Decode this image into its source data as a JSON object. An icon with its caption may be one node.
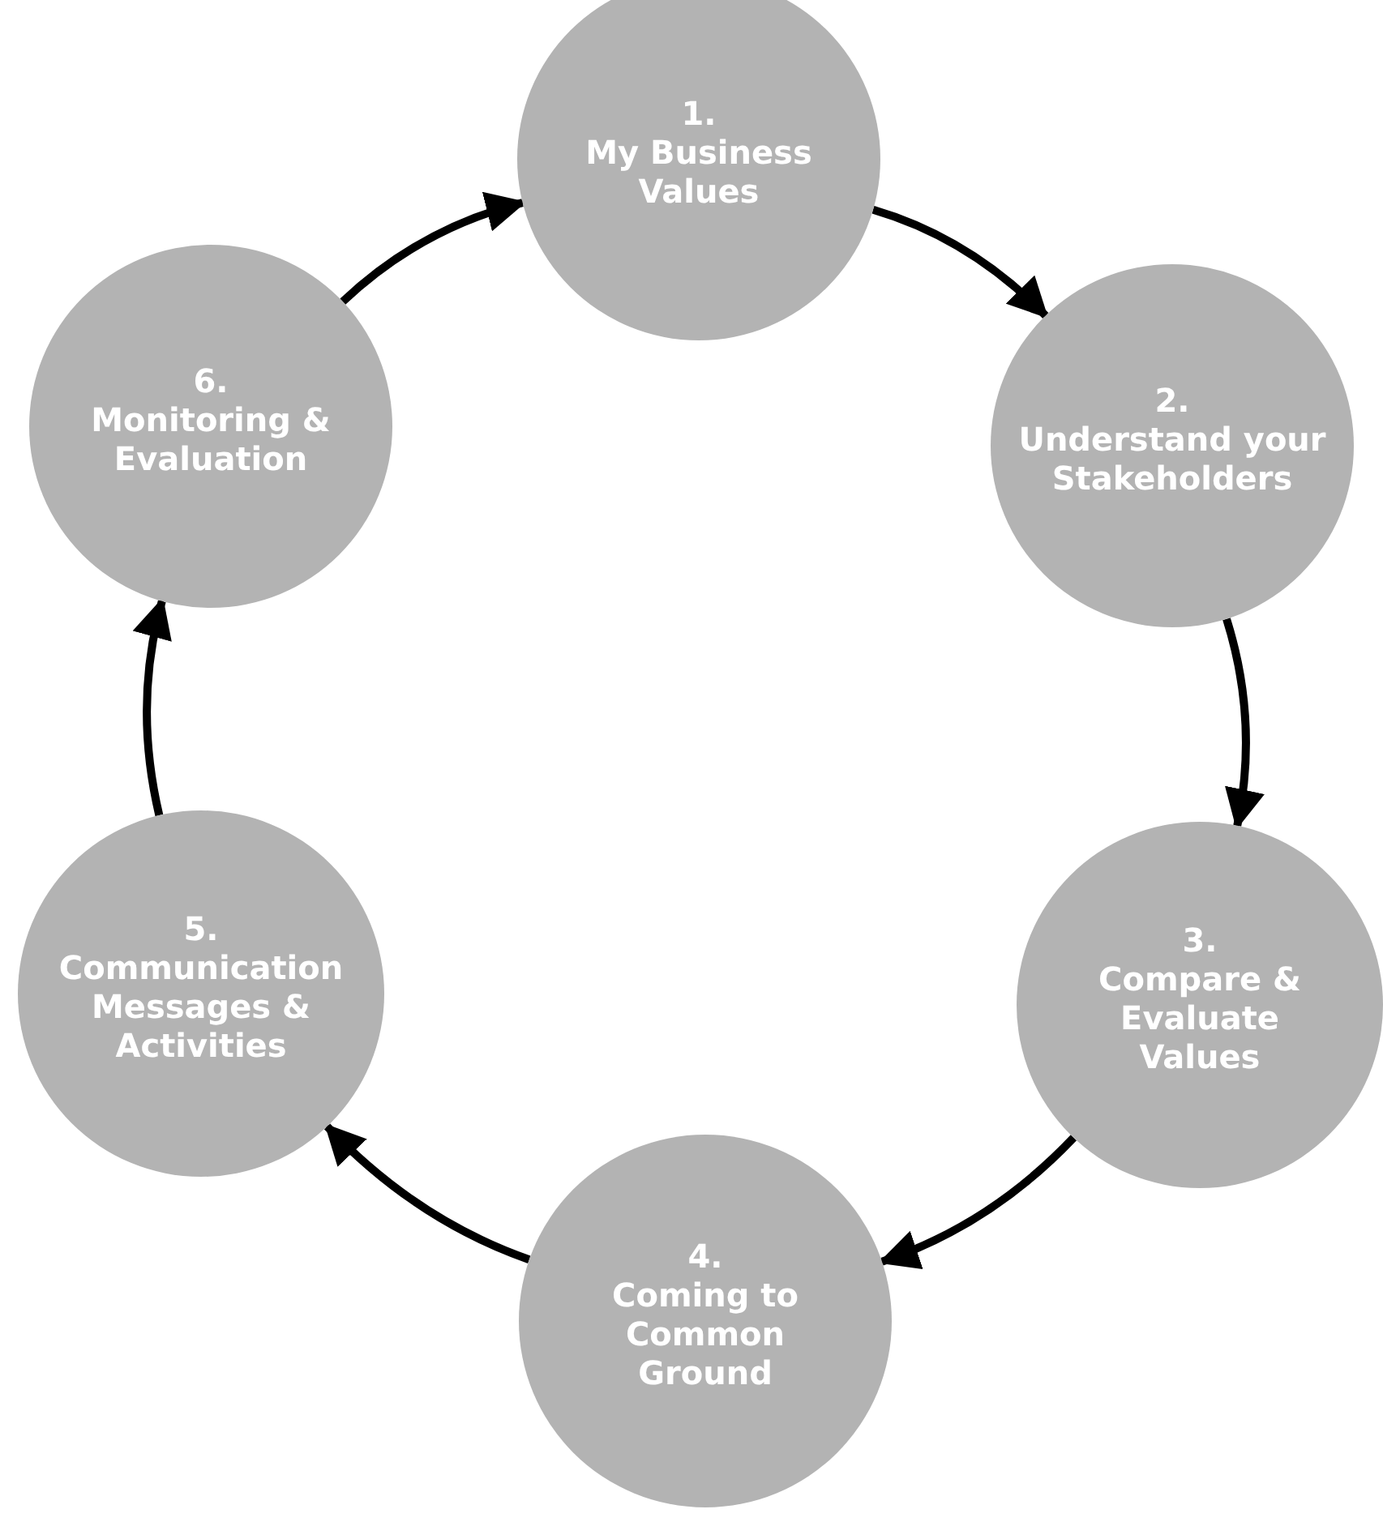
{
  "diagram": {
    "nodes": [
      {
        "text": [
          "1.",
          "My Business Values"
        ]
      },
      {
        "text": [
          "2.",
          "Understand your Stakeholders"
        ]
      },
      {
        "text": [
          "3.",
          "Compare & Evaluate Values"
        ]
      },
      {
        "text": [
          "4.",
          "Coming to Common Ground"
        ]
      },
      {
        "text": [
          "5.",
          "Communication Messages & Activities"
        ]
      },
      {
        "text": [
          "6.",
          "Monitoring & Evaluation"
        ]
      }
    ],
    "edges": [
      {
        "from": 0,
        "to": 1,
        "arrow": "to"
      },
      {
        "from": 1,
        "to": 2,
        "arrow": "to"
      },
      {
        "from": 2,
        "to": 3,
        "arrow": "to"
      },
      {
        "from": 3,
        "to": 4,
        "arrow": "to"
      },
      {
        "from": 4,
        "to": 5,
        "arrow": "to"
      },
      {
        "from": 5,
        "to": 0,
        "arrow": "to"
      }
    ]
  }
}
